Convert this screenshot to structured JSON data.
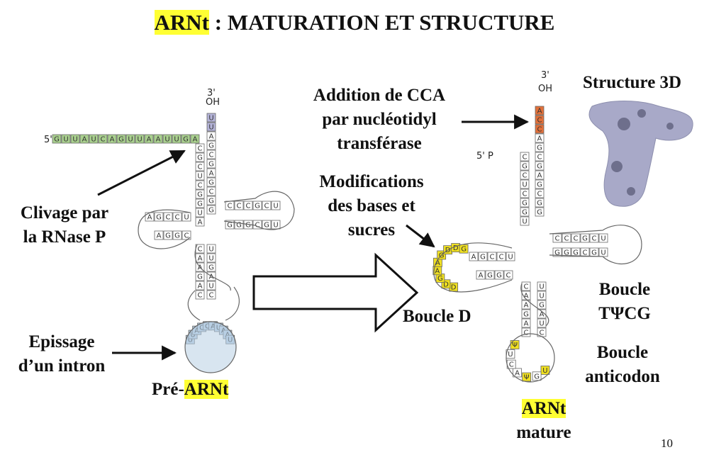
{
  "title": {
    "highlight": "ARNt",
    "rest": " : MATURATION ET STRUCTURE"
  },
  "labels": {
    "clivage": [
      "Clivage par",
      "la RNase P"
    ],
    "epissage": [
      "Epissage",
      "d’un intron"
    ],
    "pre_arnt_prefix": "Pré-",
    "pre_arnt_highlight": "ARNt",
    "addition_cca": [
      "Addition de CCA",
      "par nucléotidyl",
      "transférase"
    ],
    "modifications": [
      "Modifications",
      "des bases et",
      "sucres"
    ],
    "boucle_d": "Boucle D",
    "boucle_tpcg": [
      "Boucle",
      "TΨCG"
    ],
    "boucle_anticodon": [
      "Boucle",
      "anticodon"
    ],
    "arnt_mature_highlight": "ARNt",
    "arnt_mature_rest": "mature",
    "structure_3d": "Structure 3D"
  },
  "rna": {
    "five_prime_leader": "GUUAUCAGUUAAUUGA",
    "pre_acceptor_left": "CGCUCGGUA",
    "pre_acceptor_right": "UUAGCGAGCGG",
    "mature_acceptor_left": "CGCUCGGU",
    "mature_acceptor_right": "ACCAGCGAGCGG",
    "t_arm_top": "CCCGCU",
    "t_arm_bottom": "GGGCGU",
    "d_arm_top": "AGCCU",
    "d_arm_bottom": "AGGC",
    "anticodon_left": "CAAGAC",
    "anticodon_right": "UUGAUC",
    "intron_loop": "UUACCAUAAU",
    "mature_d_loop": "DDGAAGDDG",
    "mature_anticodon_loop": "UGΨACUΨ",
    "five_prime_label": "5'",
    "five_prime_p": "5' P",
    "three_prime": "3'",
    "oh": "OH"
  },
  "page_number": "10",
  "colors": {
    "highlight": "#ffff33",
    "leader_green": "#a9d08e",
    "cca_orange": "#e2703a",
    "mod_yellow": "#f0e020",
    "intron_blue": "#b8cfe4",
    "tail_purple": "#b4b3d8",
    "protein": "#a8a9c8"
  }
}
